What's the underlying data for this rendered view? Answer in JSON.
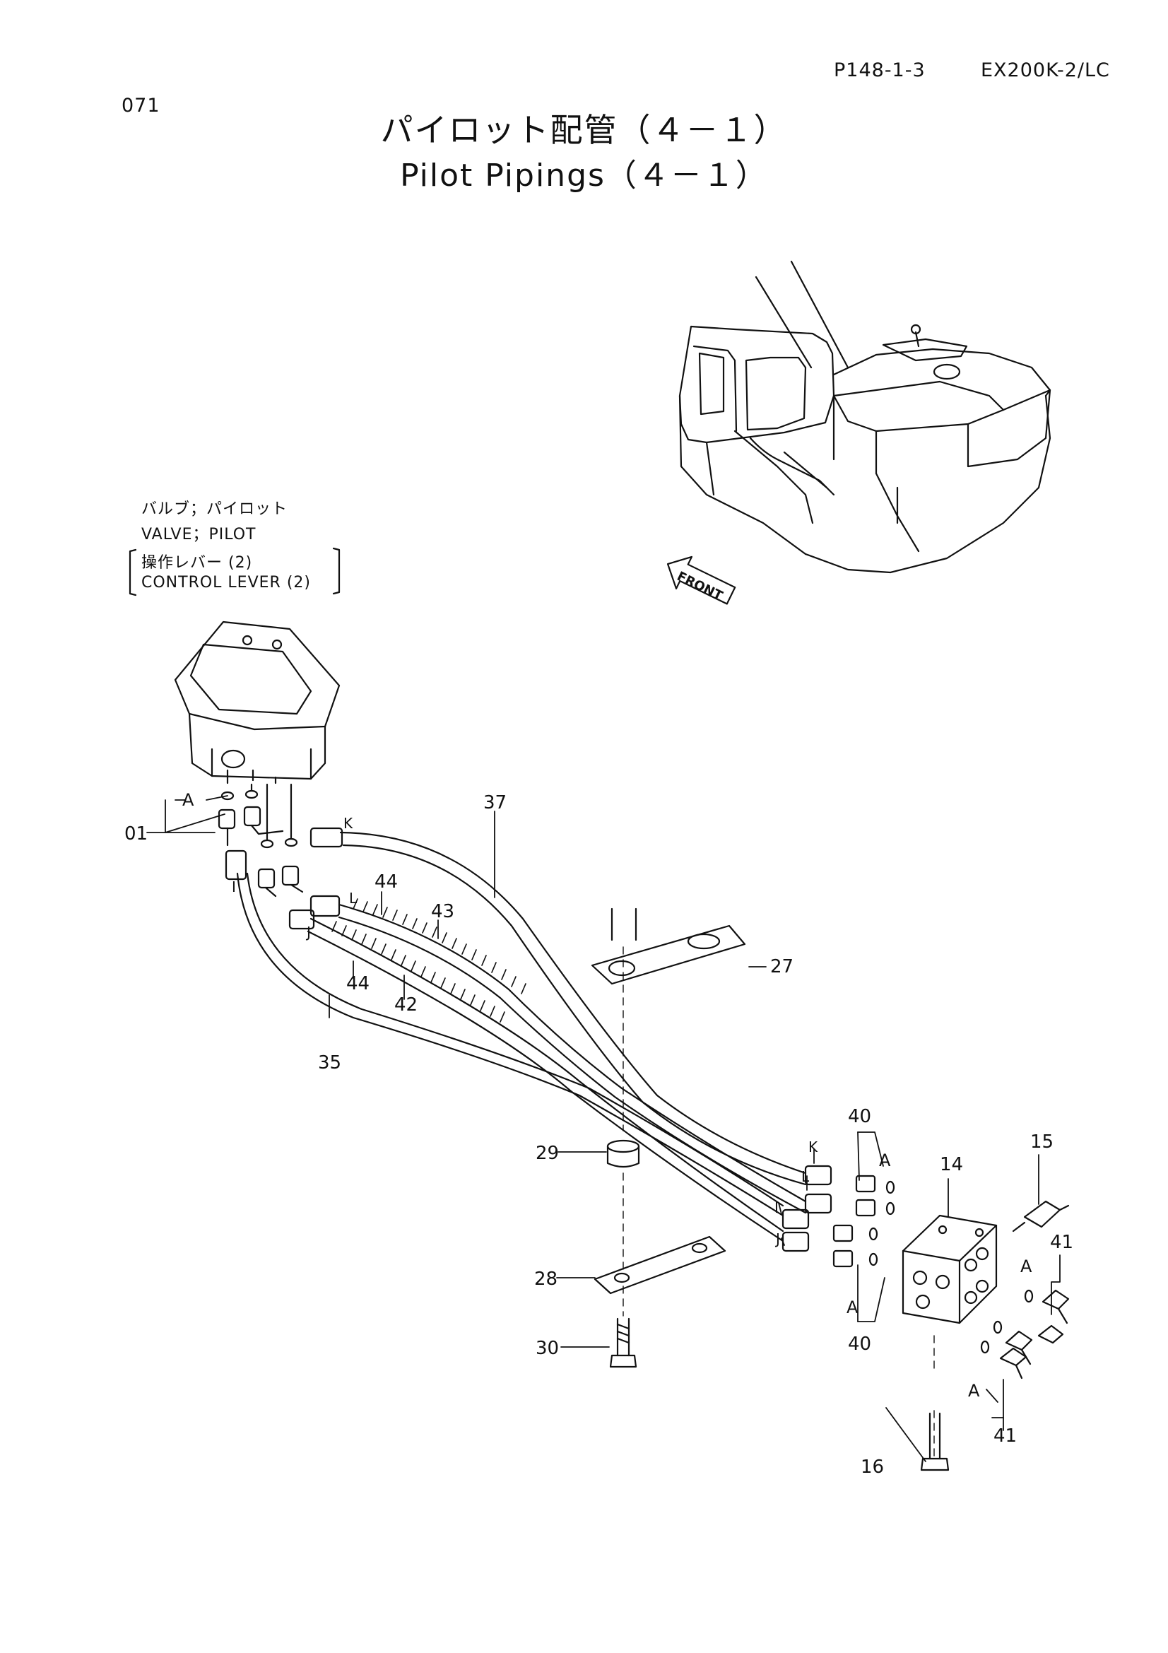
{
  "header": {
    "page_code": "P148-1-3",
    "model": "EX200K-2/LC",
    "page_no": "071"
  },
  "title": {
    "jp": "パイロット配管（４－１）",
    "en": "Pilot Pipings（４－１）"
  },
  "component_label": {
    "jp_line1": "バルブ；パイロット",
    "en_line1": "VALVE；PILOT",
    "jp_line2": "操作レバー (2)",
    "en_line2": "CONTROL LEVER (2)"
  },
  "front_arrow_text": "FRONT",
  "callouts": {
    "c01": "01",
    "c14": "14",
    "c15": "15",
    "c16": "16",
    "c27": "27",
    "c28": "28",
    "c29": "29",
    "c30": "30",
    "c35": "35",
    "c37": "37",
    "c40a": "40",
    "c40b": "40",
    "c41a": "41",
    "c41b": "41",
    "c42": "42",
    "c43": "43",
    "c44a": "44",
    "c44b": "44"
  },
  "port_letters": {
    "a1": "A",
    "a2": "A",
    "a3": "A",
    "a4": "A",
    "a5": "A",
    "k1": "K",
    "k2": "K",
    "l1": "L",
    "l2": "L",
    "i1": "I",
    "i2": "I",
    "j1": "J",
    "j2": "J"
  }
}
